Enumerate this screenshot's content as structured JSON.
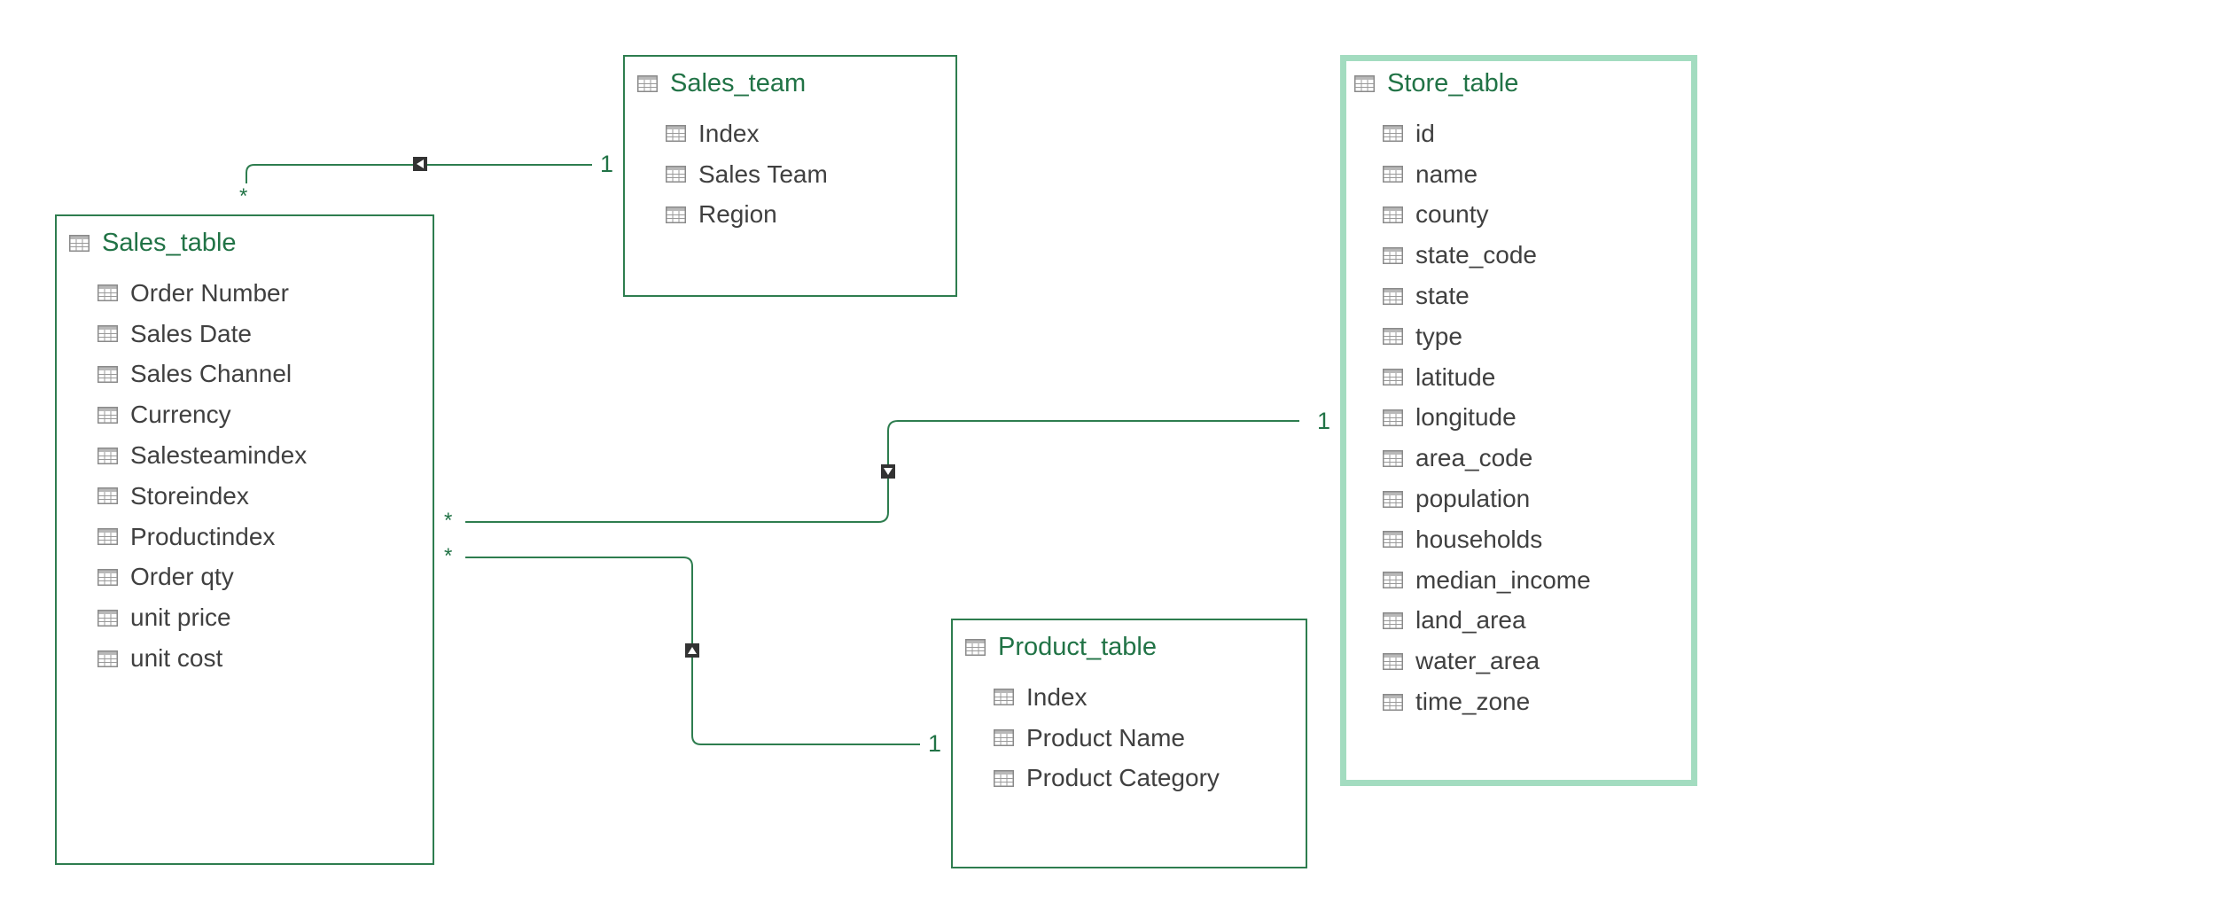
{
  "tables": {
    "sales_team": {
      "title": "Sales_team",
      "fields": [
        "Index",
        "Sales Team",
        "Region"
      ]
    },
    "sales_table": {
      "title": "Sales_table",
      "fields": [
        "Order Number",
        "Sales Date",
        "Sales Channel",
        "Currency",
        "Salesteamindex",
        "Storeindex",
        "Productindex",
        "Order qty",
        "unit price",
        "unit cost"
      ]
    },
    "store_table": {
      "title": "Store_table",
      "selected": true,
      "fields": [
        "id",
        "name",
        "county",
        "state_code",
        "state",
        "type",
        "latitude",
        "longitude",
        "area_code",
        "population",
        "households",
        "median_income",
        "land_area",
        "water_area",
        "time_zone"
      ]
    },
    "product_table": {
      "title": "Product_table",
      "fields": [
        "Index",
        "Product Name",
        "Product Category"
      ]
    }
  },
  "relationships": [
    {
      "name": "sales-team-to-sales",
      "one_side": "Sales_team",
      "many_side": "Sales_table",
      "one_label": "1",
      "many_label": "*",
      "arrow": "left"
    },
    {
      "name": "store-to-sales",
      "one_side": "Store_table",
      "many_side": "Sales_table",
      "one_label": "1",
      "many_label": "*",
      "arrow": "down"
    },
    {
      "name": "product-to-sales",
      "one_side": "Product_table",
      "many_side": "Sales_table",
      "one_label": "1",
      "many_label": "*",
      "arrow": "up"
    }
  ],
  "colors": {
    "title_text": "#217346",
    "field_text": "#404040",
    "table_border": "#2e7d4f",
    "selected_border": "#a3dcc0",
    "connector": "#2e7d4f",
    "arrow_marker": "#333333"
  },
  "icons": {
    "table": "table-grid-icon",
    "field": "table-grid-icon"
  }
}
